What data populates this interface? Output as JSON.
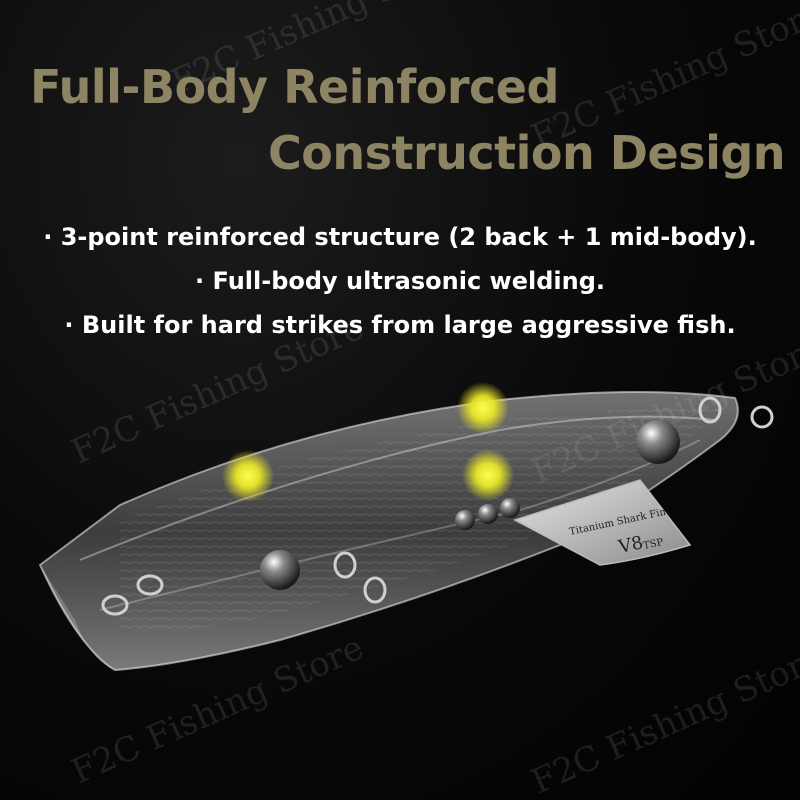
{
  "heading": {
    "line1": "Full-Body Reinforced",
    "line2": "Construction Design"
  },
  "bullets": [
    "· 3-point reinforced structure (2 back + 1 mid-body).",
    "· Full-body ultrasonic welding.",
    "· Built for hard strikes from large aggressive fish."
  ],
  "product": {
    "fin_text": "Titanium Shark Fin",
    "fin_model": "V8",
    "fin_model_sub": "TSP"
  },
  "watermark": "F2C Fishing Store",
  "colors": {
    "background": "#050505",
    "heading": "#8c8463",
    "bullet_text": "#ffffff",
    "highlight": "#e8e628"
  }
}
